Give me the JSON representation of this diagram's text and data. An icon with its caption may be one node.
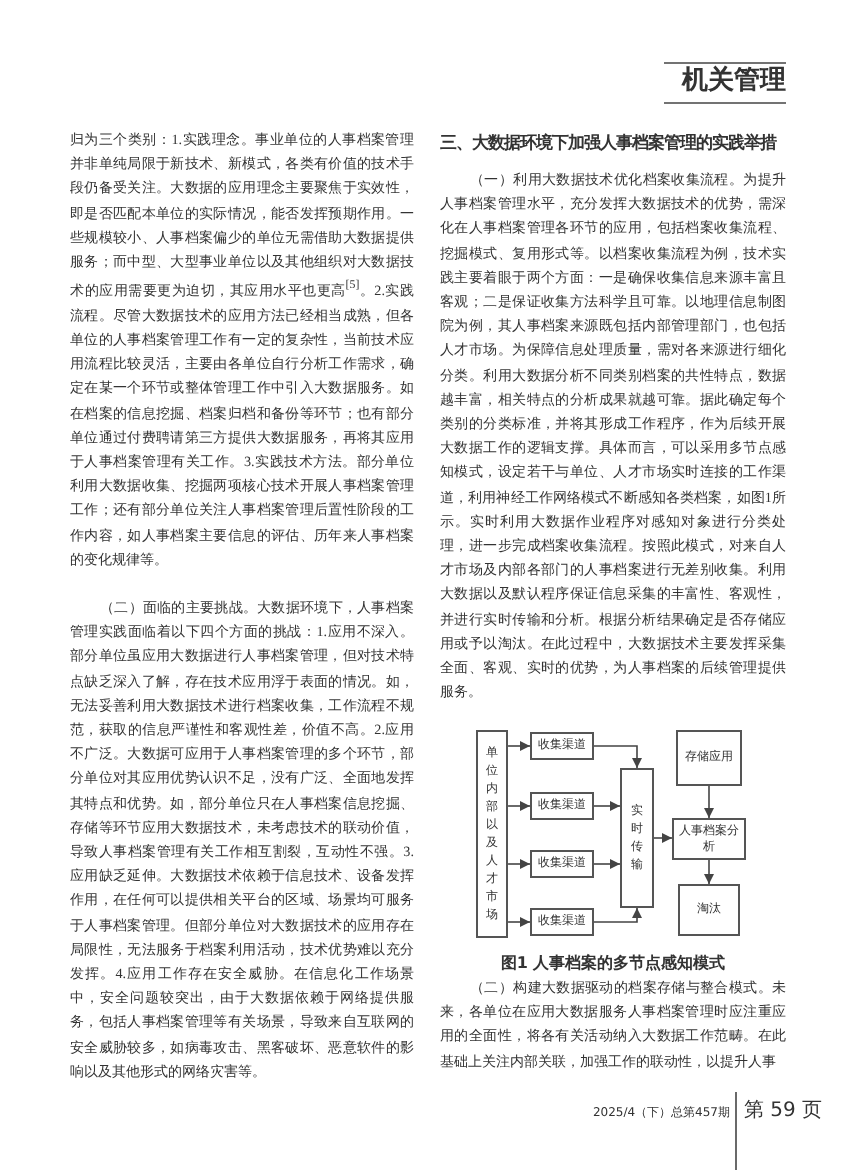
{
  "diagram": {
    "caption": "图1 人事档案的多节点感知模式",
    "nodes": [
      {
        "text": [
          "单位内部以及人才市场"
        ]
      },
      {
        "text": [
          "收集渠道"
        ]
      },
      {
        "text": [
          "收集渠道"
        ]
      },
      {
        "text": [
          "收集渠道"
        ]
      },
      {
        "text": [
          "收集渠道"
        ]
      },
      {
        "text": [
          "实时传输"
        ]
      },
      {
        "text": [
          "存储应用"
        ]
      },
      {
        "text": [
          "人事档案分析"
        ]
      },
      {
        "text": [
          "淘汰"
        ]
      }
    ],
    "edges": [
      {
        "from": 0,
        "to": 1,
        "arrow": "to"
      },
      {
        "from": 0,
        "to": 2,
        "arrow": "to"
      },
      {
        "from": 0,
        "to": 3,
        "arrow": "to"
      },
      {
        "from": 0,
        "to": 4,
        "arrow": "to"
      },
      {
        "from": 1,
        "to": 5,
        "arrow": "to"
      },
      {
        "from": 2,
        "to": 5,
        "arrow": "to"
      },
      {
        "from": 3,
        "to": 5,
        "arrow": "to"
      },
      {
        "from": 4,
        "to": 5,
        "arrow": "to"
      },
      {
        "from": 5,
        "to": 7,
        "arrow": "to"
      },
      {
        "from": 6,
        "to": 7,
        "arrow": "to"
      },
      {
        "from": 7,
        "to": 8,
        "arrow": "to"
      }
    ],
    "labels": [
      "机关管理",
      "归为三个类别：1.实践理念。事业单位的人事档案管理并非单纯局限于新技术、新模式，各类有价值的技术手段仍备受关注。大数据的应用理念主要聚焦于实效性，即是否匹配本单位的实际情况，能否发挥预期作用。一些规模较小、人事档案偏少的单位无需借助大数据提供服务；而中型、大型事业单位以及其他组织对大数据技术的应用需要更为迫切，其应用水平也更高$^{[5]}$。2.实践流程。尽管大数据技术的应用方法已经相当成熟，但各单位的人事档案管理工作有一定的复杂性，当前技术应用流程比较灵活，主要由各单位自行分析工作需求，确定在某一个环节或整体管理工作中引入大数据服务。如在档案的信息挖掘、档案归档和备份等环节；也有部分单位通过付费聘请第三方提供大数据服务，再将其应用于人事档案管理有关工作。3.实践技术方法。部分单位利用大数据收集、挖掘两项核心技术开展人事档案管理工作；还有部分单位关注人事档案管理后置性阶段的工作内容，如人事档案主要信息的评估、历年来人事档案的变化规律等。",
      "（二）面临的主要挑战。大数据环境下，人事档案管理实践面临着以下四个方面的挑战：1.应用不深入。部分单位虽应用大数据进行人事档案管理，但对技术特点缺乏深入了解，存在技术应用浮于表面的情况。如，无法妥善利用大数据技术进行档案收集，工作流程不规范，获取的信息严谨性和客观性差，价值不高。2.应用不广泛。大数据可应用于人事档案管理的多个环节，部分单位对其应用优势认识不足，没有广泛、全面地发挥其特点和优势。如，部分单位只在人事档案信息挖掘、存储等环节应用大数据技术，未考虑技术的联动价值，导致人事档案管理有关工作相互割裂，互动性不强。3.应用缺乏延伸。大数据技术依赖于信息技术、设备发挥作用，在任何可以提供相关平台的区域、场景均可服务于人事档案管理。但部分单位对大数据技术的应用存在局限性，无法服务于档案利用活动，技术优势难以充分发挥。4.应用工作存在安全威胁。在信息化工作场景中，安全问题较突出，由于大数据依赖于网络提供服务，包括人事档案管理等有关场景，导致来自互联网的安全威胁较多，如病毒攻击、黑客破坏、恶意软件的影响以及其他形式的网络灾害等。",
      "三、大数据环境下加强人事档案管理的实践举措",
      "（一）利用大数据技术优化档案收集流程。为提升人事档案管理水平，充分发挥大数据技术的优势，需深化在人事档案管理各环节的应用，包括档案收集流程、挖掘模式、复用形式等。以档案收集流程为例，技术实践主要着眼于两个方面：一是确保收集信息来源丰富且客观；二是保证收集方法科学且可靠。以地理信息制图院为例，其人事档案来源既包括内部管理部门，也包括人才市场。为保障信息处理质量，需对各来源进行细化分类。利用大数据分析不同类别档案的共性特点，数据越丰富，相关特点的分析成果就越可靠。据此确定每个类别的分类标准，并将其形成工作程序，作为后续开展大数据工作的逻辑支撑。具体而言，可以采用多节点感知模式，设定若干与单位、人才市场实时连接的工作渠道，利用神经工作网络模式不断感知各类档案，如图1所示。实时利用大数据作业程序对感知对象进行分类处理，进一步完成档案收集流程。按照此模式，对来自人才市场及内部各部门的人事档案进行无差别收集。利用大数据以及默认程序保证信息采集的丰富性、客观性，并进行实时传输和分析。根据分析结果确定是否存储应用或予以淘汰。在此过程中，大数据技术主要发挥采集全面、客观、实时的优势，为人事档案的后续管理提供服务。",
      "（二）构建大数据驱动的档案存储与整合模式。未来，各单位在应用大数据服务人事档案管理时应注重应用的全面性，将各有关活动纳入大数据工作范畴。在此基础上关注内部关联，加强工作的联动性，以提升人事",
      "2025/4（下）总第457期",
      "第 59 页"
    ]
  }
}
